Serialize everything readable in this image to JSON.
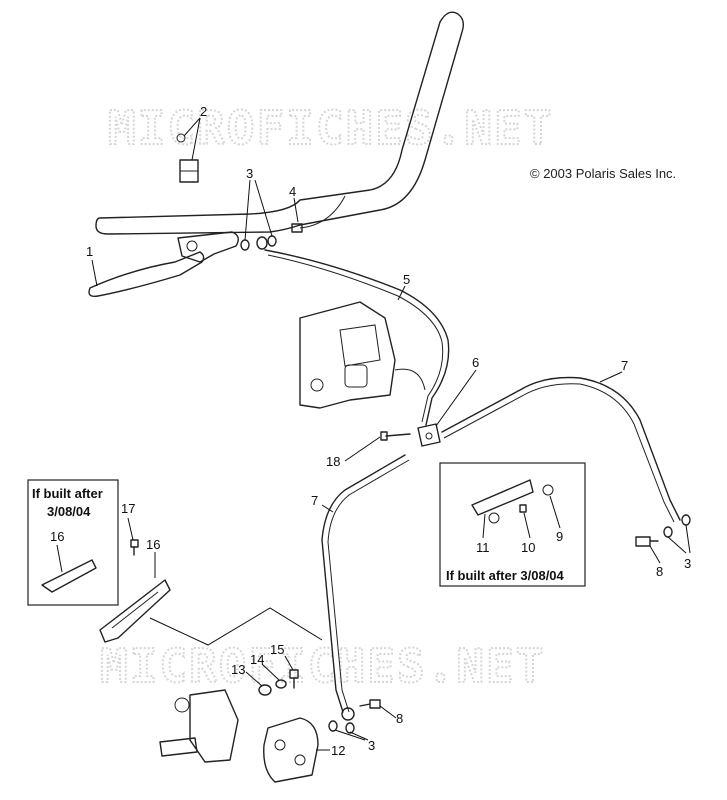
{
  "watermark": "MICROFICHES.NET",
  "copyright": "© 2003 Polaris Sales Inc.",
  "notes": {
    "left_line1": "If built after",
    "left_line2": "3/08/04",
    "right": "If built after 3/08/04"
  },
  "callouts": {
    "c1": "1",
    "c2": "2",
    "c3a": "3",
    "c3b": "3",
    "c3c": "3",
    "c4": "4",
    "c5": "5",
    "c6": "6",
    "c7a": "7",
    "c7b": "7",
    "c8a": "8",
    "c8b": "8",
    "c9": "9",
    "c10": "10",
    "c11": "11",
    "c12": "12",
    "c13": "13",
    "c14": "14",
    "c15": "15",
    "c16a": "16",
    "c16b": "16",
    "c17": "17",
    "c18": "18"
  }
}
